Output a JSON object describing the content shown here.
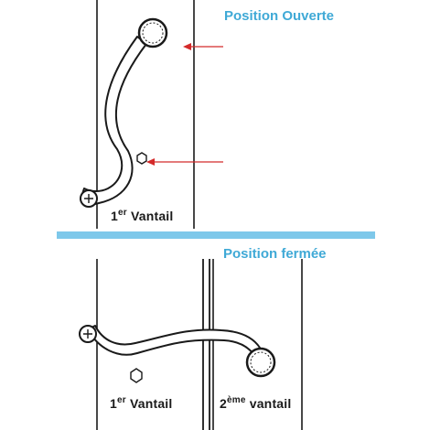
{
  "top_panel": {
    "title": "Position Ouverte",
    "leaf_label": {
      "prefix": "1",
      "sup": "er",
      "rest": " Vantail"
    }
  },
  "bottom_panel": {
    "title": "Position fermée",
    "leaf1_label": {
      "prefix": "1",
      "sup": "er",
      "rest": " Vantail"
    },
    "leaf2_label": {
      "prefix": "2",
      "sup": "ème",
      "rest": " vantail"
    }
  },
  "colors": {
    "title": "#3fa9d6",
    "divider": "#7ec8ea",
    "arrow": "#d42a2a",
    "line": "#1a1a1a"
  }
}
